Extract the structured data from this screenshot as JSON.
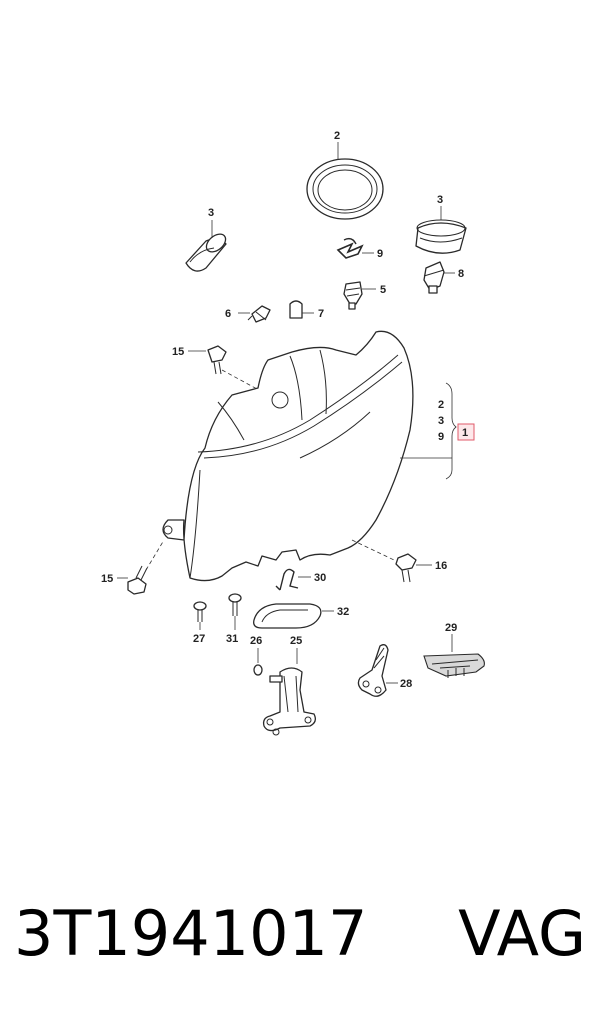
{
  "diagram": {
    "callouts": {
      "c2_top": "2",
      "c3_left": "3",
      "c3_right": "3",
      "c9_clip": "9",
      "c8": "8",
      "c5": "5",
      "c6": "6",
      "c7": "7",
      "c15_top": "15",
      "c1": "1",
      "c2_group": "2",
      "c3_group": "3",
      "c9_group": "9",
      "c15_bottom": "15",
      "c16": "16",
      "c30": "30",
      "c32": "32",
      "c27": "27",
      "c31": "31",
      "c26": "26",
      "c25": "25",
      "c29": "29",
      "c28": "28"
    },
    "highlight_color": "#e05a6a"
  },
  "caption": {
    "part_number": "3T1941017",
    "brand": "VAG"
  }
}
